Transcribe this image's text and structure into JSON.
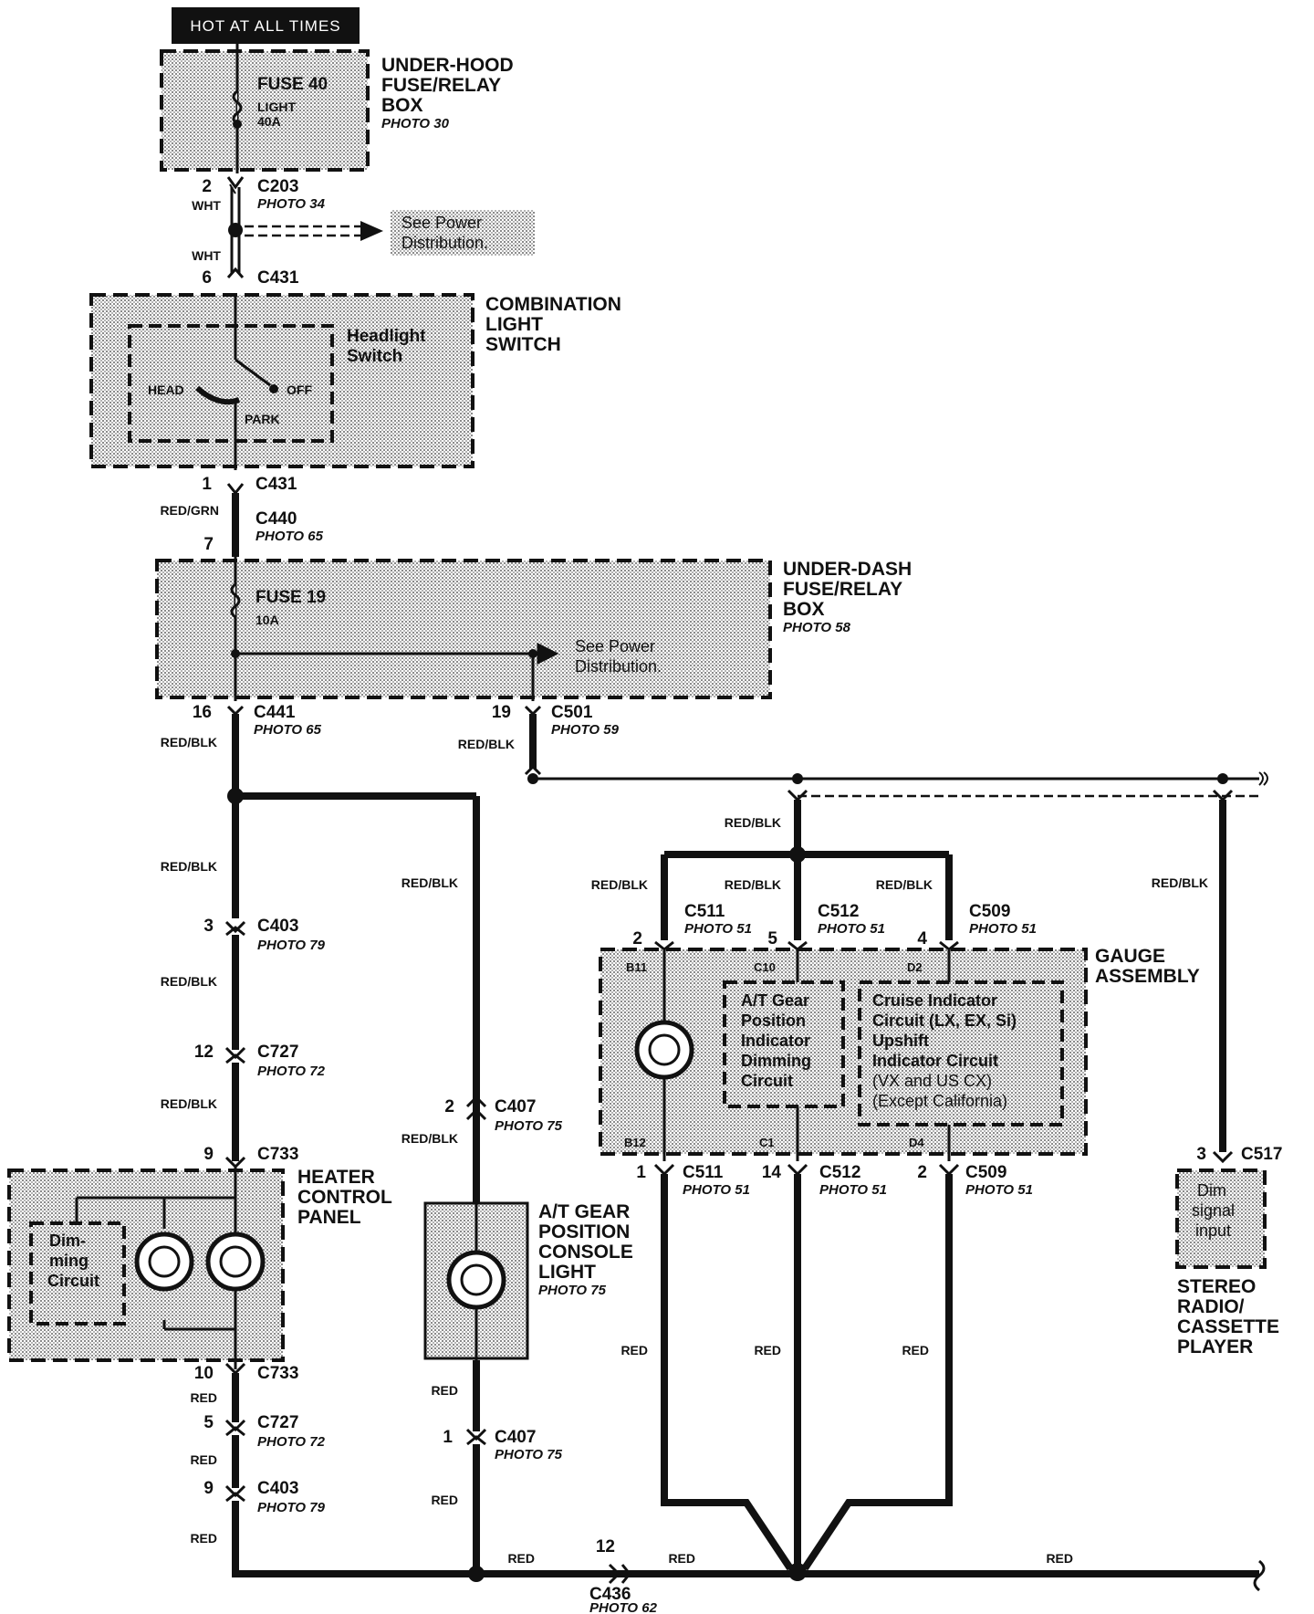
{
  "top_tag": "HOT AT ALL TIMES",
  "underhood_box": {
    "title_lines": [
      "UNDER-HOOD",
      "FUSE/RELAY",
      "BOX"
    ],
    "photo": "PHOTO 30",
    "fuse_label": "FUSE 40",
    "fuse_sub_lines": [
      "LIGHT",
      "40A"
    ]
  },
  "c203": {
    "pin": "2",
    "wire_top": "WHT",
    "name": "C203",
    "photo": "PHOTO 34"
  },
  "see_power_1": [
    "See Power",
    "Distribution."
  ],
  "c431_top": {
    "wire": "WHT",
    "pin": "6",
    "name": "C431"
  },
  "combination_switch": {
    "title_lines": [
      "COMBINATION",
      "LIGHT",
      "SWITCH"
    ],
    "inner_title_lines": [
      "Headlight",
      "Switch"
    ],
    "head": "HEAD",
    "off": "OFF",
    "park": "PARK"
  },
  "c431_bottom": {
    "pin": "1",
    "name": "C431"
  },
  "c440": {
    "wire": "RED/GRN",
    "name": "C440",
    "photo": "PHOTO 65",
    "pin": "7"
  },
  "underdash_box": {
    "title_lines": [
      "UNDER-DASH",
      "FUSE/RELAY",
      "BOX"
    ],
    "photo": "PHOTO 58",
    "fuse_label": "FUSE 19",
    "fuse_sub": "10A"
  },
  "see_power_2": [
    "See Power",
    "Distribution."
  ],
  "c441": {
    "pin": "16",
    "name": "C441",
    "photo": "PHOTO 65",
    "wire": "RED/BLK"
  },
  "c501": {
    "pin": "19",
    "name": "C501",
    "photo": "PHOTO 59",
    "wire": "RED/BLK"
  },
  "left_branch": {
    "wire1": "RED/BLK",
    "c403": {
      "pin": "3",
      "name": "C403",
      "photo": "PHOTO 79"
    },
    "wire2": "RED/BLK",
    "c727": {
      "pin": "12",
      "name": "C727",
      "photo": "PHOTO 72"
    },
    "wire3": "RED/BLK",
    "c733": {
      "pin": "9",
      "name": "C733"
    }
  },
  "heater_panel": {
    "title_lines": [
      "HEATER",
      "CONTROL",
      "PANEL"
    ],
    "dimming_lines": [
      "Dim-",
      "ming",
      "Circuit"
    ]
  },
  "left_lower": {
    "c733": {
      "pin": "10",
      "name": "C733"
    },
    "wire1": "RED",
    "c727": {
      "pin": "5",
      "name": "C727",
      "photo": "PHOTO 72"
    },
    "wire2": "RED",
    "c403": {
      "pin": "9",
      "name": "C403",
      "photo": "PHOTO 79"
    },
    "wire3": "RED"
  },
  "mid_branch": {
    "wire1": "RED/BLK",
    "c407_top": {
      "pin": "2",
      "name": "C407",
      "photo": "PHOTO 75"
    },
    "wire2": "RED/BLK",
    "wire3": "RED",
    "c407_bottom": {
      "pin": "1",
      "name": "C407",
      "photo": "PHOTO 75"
    },
    "wire4": "RED"
  },
  "at_console": {
    "title_lines": [
      "A/T GEAR",
      "POSITION",
      "CONSOLE",
      "LIGHT"
    ],
    "photo": "PHOTO 75"
  },
  "gauge": {
    "title_lines": [
      "GAUGE",
      "ASSEMBLY"
    ],
    "wire_feed": "RED/BLK",
    "wire_left": "RED/BLK",
    "wire_mid": "RED/BLK",
    "wire_right": "RED/BLK",
    "top_conn": [
      {
        "pin": "2",
        "name": "C511",
        "photo": "PHOTO 51",
        "cavity": "B11"
      },
      {
        "pin": "5",
        "name": "C512",
        "photo": "PHOTO 51",
        "cavity": "C10"
      },
      {
        "pin": "4",
        "name": "C509",
        "photo": "PHOTO 51",
        "cavity": "D2"
      }
    ],
    "bottom_conn": [
      {
        "pin": "1",
        "name": "C511",
        "photo": "PHOTO 51",
        "cavity": "B12"
      },
      {
        "pin": "14",
        "name": "C512",
        "photo": "PHOTO 51",
        "cavity": "C1"
      },
      {
        "pin": "2",
        "name": "C509",
        "photo": "PHOTO  51",
        "cavity": "D4"
      }
    ],
    "at_dimming_lines": [
      "A/T Gear",
      "Position",
      "Indicator",
      "Dimming",
      "Circuit"
    ],
    "cruise_lines": [
      "Cruise Indicator",
      "Circuit (LX, EX, Si)",
      "Upshift",
      "Indicator Circuit",
      "(VX and US CX)",
      "(Except California)"
    ],
    "wire_out1": "RED",
    "wire_out2": "RED",
    "wire_out3": "RED"
  },
  "stereo": {
    "wire": "RED/BLK",
    "pin": "3",
    "name": "C517",
    "inner_lines": [
      "Dim",
      "signal",
      "input"
    ],
    "title_lines": [
      "STEREO",
      "RADIO/",
      "CASSETTE",
      "PLAYER"
    ]
  },
  "bottom_bus": {
    "wire_a": "RED",
    "c436_pin": "12",
    "wire_b": "RED",
    "wire_c": "RED",
    "c436_name": "C436",
    "c436_photo": "PHOTO 62"
  }
}
